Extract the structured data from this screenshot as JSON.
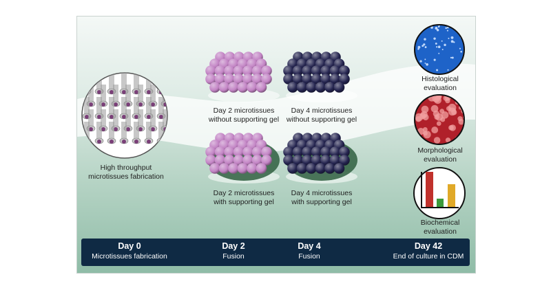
{
  "colors": {
    "timeline_bg": "#0f2a44",
    "day2_sphere": "#c283c4",
    "day4_sphere": "#24244f",
    "gel": "#2f5f40",
    "histology": "#1e63c8",
    "morphology": "#b0202a"
  },
  "fabrication": {
    "label_line1": "High throughput",
    "label_line2": "microtissues fabrication"
  },
  "day2_no_gel": {
    "line1": "Day 2 microtissues",
    "line2": "without supporting gel"
  },
  "day4_no_gel": {
    "line1": "Day 4 microtissues",
    "line2": "without supporting gel"
  },
  "day2_gel": {
    "line1": "Day 2 microtissues",
    "line2": "with supporting gel"
  },
  "day4_gel": {
    "line1": "Day 4 microtissues",
    "line2": "with supporting gel"
  },
  "evaluations": {
    "histological": {
      "line1": "Histological",
      "line2": "evaluation",
      "icon": "histology-image-icon"
    },
    "morphological": {
      "line1": "Morphological",
      "line2": "evaluation",
      "icon": "morphology-image-icon"
    },
    "biochemical": {
      "line1": "Biochemical",
      "line2": "evaluation",
      "icon": "bar-chart-icon"
    }
  },
  "timeline": [
    {
      "day": "Day 0",
      "sub": "Microtissues fabrication"
    },
    {
      "day": "Day 2",
      "sub": "Fusion"
    },
    {
      "day": "Day 4",
      "sub": "Fusion"
    },
    {
      "day": "Day 42",
      "sub": "End of culture in CDM"
    }
  ]
}
